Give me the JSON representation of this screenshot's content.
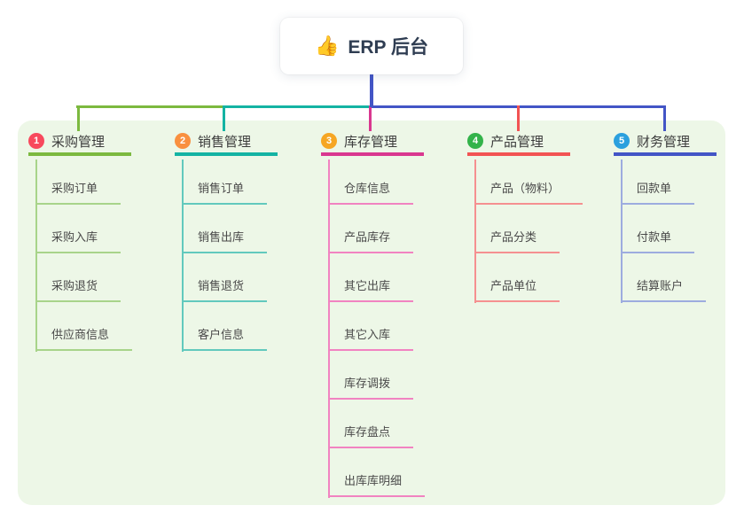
{
  "root": {
    "icon": "👍",
    "label": "ERP 后台"
  },
  "branches": [
    {
      "num": "1",
      "label": "采购管理",
      "items": [
        "采购订单",
        "采购入库",
        "采购退货",
        "供应商信息"
      ]
    },
    {
      "num": "2",
      "label": "销售管理",
      "items": [
        "销售订单",
        "销售出库",
        "销售退货",
        "客户信息"
      ]
    },
    {
      "num": "3",
      "label": "库存管理",
      "items": [
        "仓库信息",
        "产品库存",
        "其它出库",
        "其它入库",
        "库存调拨",
        "库存盘点",
        "出库库明细"
      ]
    },
    {
      "num": "4",
      "label": "产品管理",
      "items": [
        "产品（物料）",
        "产品分类",
        "产品单位"
      ]
    },
    {
      "num": "5",
      "label": "财务管理",
      "items": [
        "回款单",
        "付款单",
        "结算账户"
      ]
    }
  ],
  "colors": {
    "root_connector": "#4355c6",
    "panel_bg": "#edf7e7",
    "branch_1": {
      "circle": "#f8495d",
      "line": "#7cb93f",
      "child_line": "#a8d48a"
    },
    "branch_2": {
      "circle": "#f9903f",
      "line": "#14b3a3",
      "child_line": "#62c9bd"
    },
    "branch_3": {
      "circle": "#f6a623",
      "line": "#d9378f",
      "child_line": "#f183c1"
    },
    "branch_4": {
      "circle": "#33b34a",
      "line": "#f25353",
      "child_line": "#f59090"
    },
    "branch_5": {
      "circle": "#2ba0de",
      "line": "#4355c6",
      "child_line": "#9dacdf"
    }
  }
}
